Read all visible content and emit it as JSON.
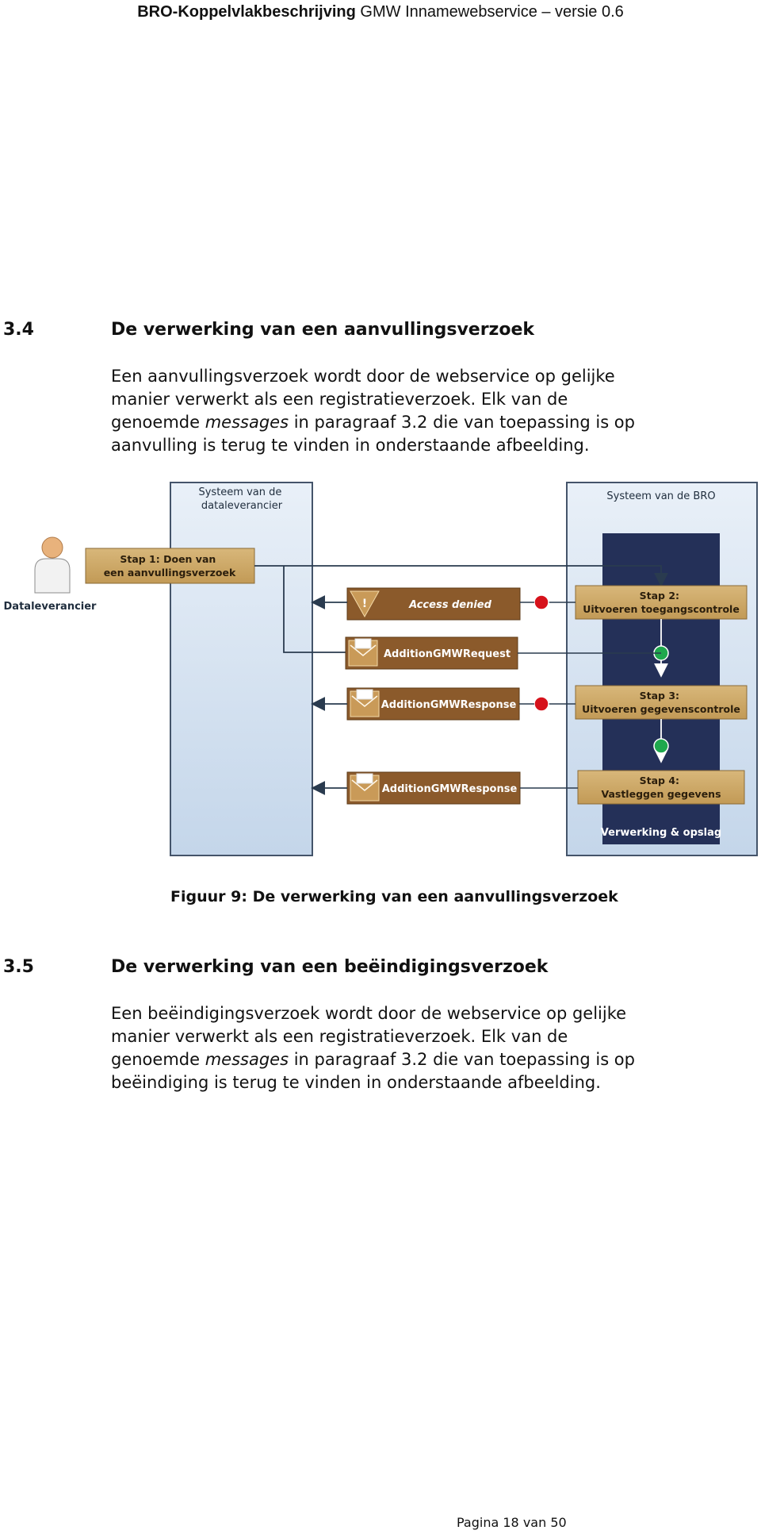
{
  "header": {
    "title_bold": "BRO-Koppelvlakbeschrijving",
    "title_rest": "GMW Innamewebservice – versie 0.6"
  },
  "section_34": {
    "number": "3.4",
    "title": "De verwerking van een aanvullingsverzoek",
    "lines": [
      {
        "pre": "Een aanvullingsverzoek wordt door de webservice op gelijke",
        "em": "",
        "post": ""
      },
      {
        "pre": "manier verwerkt als een registratieverzoek. Elk van de",
        "em": "",
        "post": ""
      },
      {
        "pre": "genoemde ",
        "em": "messages",
        "post": " in paragraaf 3.2 die van toepassing is op"
      },
      {
        "pre": "aanvulling is terug te vinden in onderstaande afbeelding.",
        "em": "",
        "post": ""
      }
    ]
  },
  "diagram": {
    "supplier_system_label": "Systeem van de dataleverancier",
    "bro_system_label": "Systeem van de BRO",
    "actor_label": "Dataleverancier",
    "step1": "Stap 1: Doen van een aanvullingsverzoek",
    "step2": "Stap 2: Uitvoeren toegangscontrole",
    "step3": "Stap 3: Uitvoeren gegevenscontrole",
    "step4": "Stap 4: Vastleggen gegevens",
    "processing_label": "Verwerking & opslag",
    "msg_access_denied": "Access denied",
    "msg_request": "AdditionGMWRequest",
    "msg_response_1": "AdditionGMWResponse",
    "msg_response_2": "AdditionGMWResponse",
    "colors": {
      "ok": "#1fa84d",
      "fail": "#d6121b",
      "message": "#8b5a2b",
      "step": "#c9a464",
      "bro_inner": "#243058",
      "system": "#d3e1ef"
    },
    "icons": [
      "person-icon",
      "warning-icon",
      "envelope-icon",
      "arrow-icon"
    ]
  },
  "caption": "Figuur 9: De verwerking van een aanvullingsverzoek",
  "section_35": {
    "number": "3.5",
    "title": "De verwerking van een beëindigingsverzoek",
    "lines": [
      {
        "pre": "Een beëindigingsverzoek wordt door de webservice op gelijke",
        "em": "",
        "post": ""
      },
      {
        "pre": "manier verwerkt als een registratieverzoek. Elk van de",
        "em": "",
        "post": ""
      },
      {
        "pre": "genoemde ",
        "em": "messages",
        "post": " in paragraaf 3.2 die van toepassing is op"
      },
      {
        "pre": "beëindiging is terug te vinden in onderstaande afbeelding.",
        "em": "",
        "post": ""
      }
    ]
  },
  "footer": "Pagina 18 van 50"
}
